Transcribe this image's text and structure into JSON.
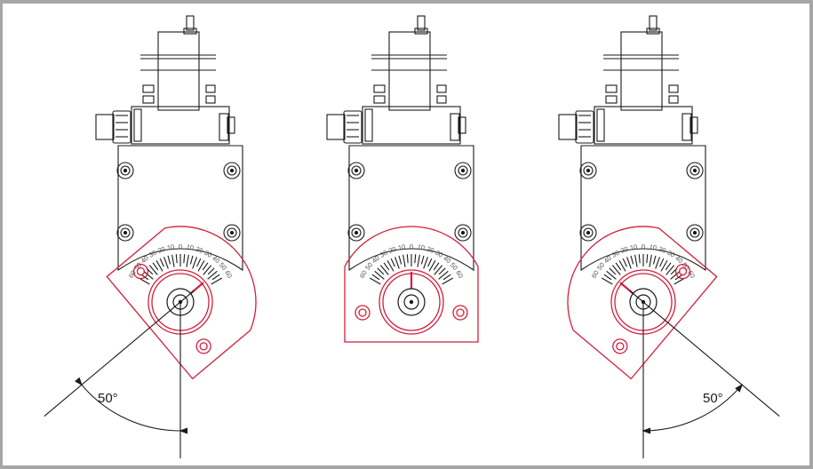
{
  "diagram": {
    "colors": {
      "line": "#1a1a1a",
      "accent": "#d21f3c",
      "frame": "#a6a6a6",
      "background": "#ffffff"
    },
    "scale_labels": [
      "60",
      "50",
      "40",
      "30",
      "20",
      "10",
      "0",
      "10",
      "20",
      "30",
      "40",
      "50",
      "60"
    ],
    "views": [
      {
        "id": "tilted-left",
        "rotation_deg": 50,
        "angle_label": "50°"
      },
      {
        "id": "neutral",
        "rotation_deg": 0,
        "angle_label": ""
      },
      {
        "id": "tilted-right",
        "rotation_deg": -50,
        "angle_label": "50°"
      }
    ]
  }
}
